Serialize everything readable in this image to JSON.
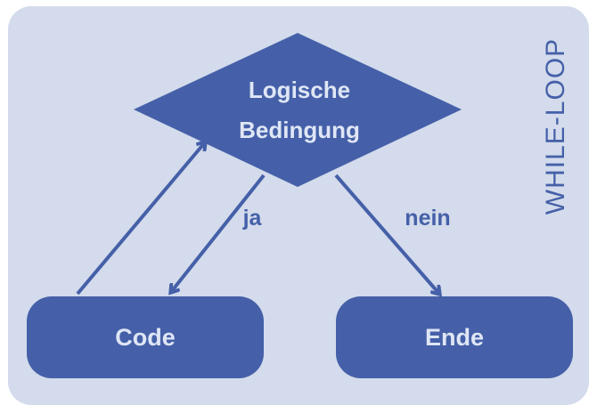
{
  "diagram": {
    "title": "WHILE-LOOP",
    "condition": {
      "line1": "Logische",
      "line2": "Bedingung"
    },
    "code_label": "Code",
    "end_label": "Ende",
    "edge_yes": "ja",
    "edge_no": "nein"
  },
  "colors": {
    "background": "#d3dbec",
    "shape_fill": "#4560a8",
    "text_on_shape": "#dfe6f5"
  }
}
